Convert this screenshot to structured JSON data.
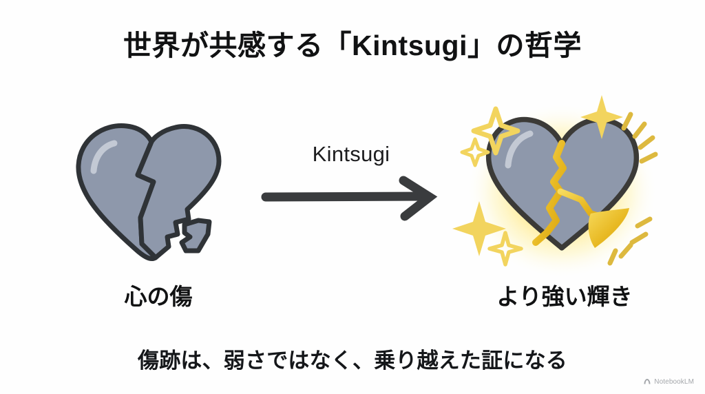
{
  "slide": {
    "title": "世界が共感する「Kintsugi」の哲学",
    "subtitle": "傷跡は、弱さではなく、乗り越えた証になる",
    "background_color": "#fefefe"
  },
  "transform": {
    "arrow_label": "Kintsugi",
    "arrow_color": "#3a3c3e"
  },
  "before": {
    "caption": "心の傷",
    "icon_name": "broken-heart-icon",
    "heart_fill": "#8e98ab",
    "heart_outline": "#2f3337",
    "highlight_color": "#c3c9d4"
  },
  "after": {
    "caption": "より強い輝き",
    "icon_name": "kintsugi-heart-icon",
    "heart_fill": "#8e98ab",
    "heart_outline": "#3b3a37",
    "gold_color": "#e8b923",
    "gold_light": "#f7db5e",
    "glow_color": "#fff3b0",
    "sparkle_color": "#f2d濃"
  },
  "watermark": {
    "label": "NotebookLM",
    "icon_name": "notebooklm-logo-icon",
    "color": "#9fa2a6"
  }
}
